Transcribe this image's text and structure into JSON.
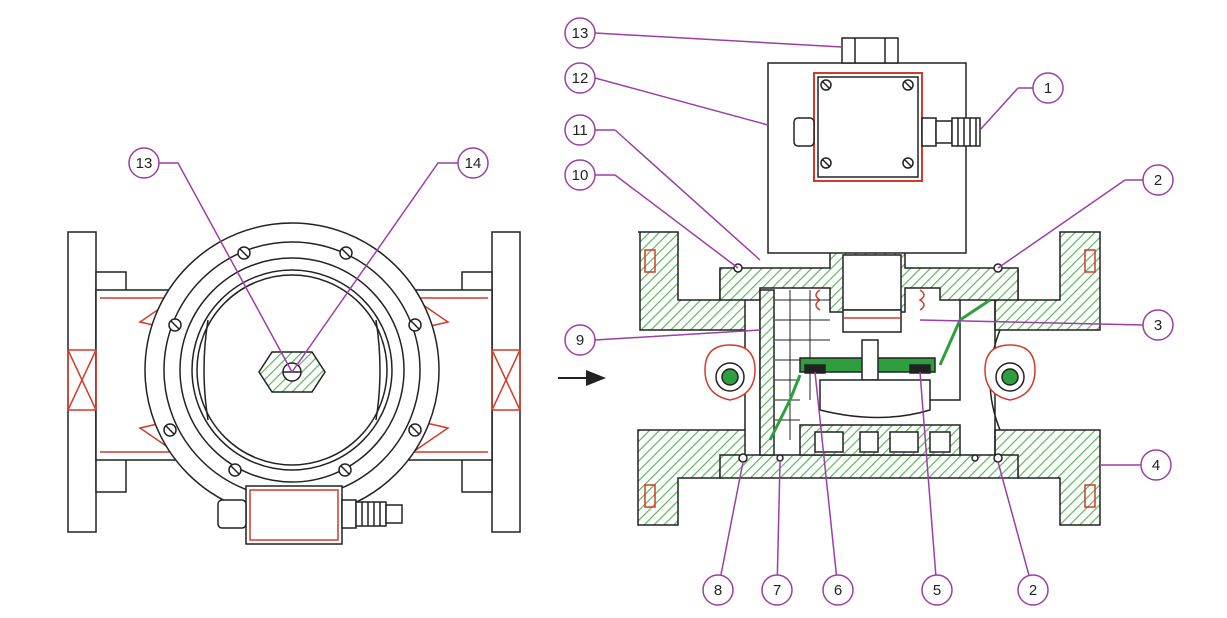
{
  "colors": {
    "outline": "#222222",
    "leader": "#9b3fa6",
    "hatch": "#5cb85c",
    "accent": "#d43a2a",
    "green_solid": "#2e9e3e"
  },
  "arrow_icon": "flow-arrow-icon",
  "callouts": {
    "left_13": "13",
    "left_14": "14",
    "right_13": "13",
    "right_12": "12",
    "right_11": "11",
    "right_10": "10",
    "right_1": "1",
    "right_2_top": "2",
    "right_3": "3",
    "right_9": "9",
    "right_4": "4",
    "right_2_bottom": "2",
    "right_5": "5",
    "right_6": "6",
    "right_7": "7",
    "right_8": "8"
  }
}
